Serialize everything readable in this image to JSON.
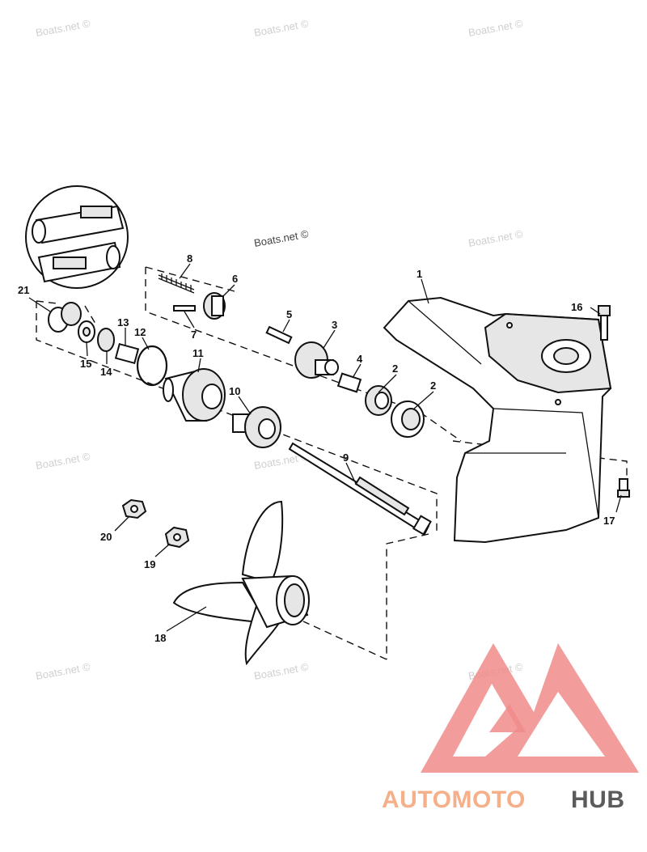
{
  "watermark_text": "Boats.net ©",
  "callouts": [
    "1",
    "2",
    "2",
    "3",
    "4",
    "5",
    "6",
    "7",
    "8",
    "9",
    "10",
    "11",
    "12",
    "13",
    "14",
    "15",
    "16",
    "17",
    "18",
    "19",
    "20",
    "21"
  ],
  "brand": {
    "part1": "AUTOMOTO",
    "part2": "HUB",
    "color_primary": "#f5b08a",
    "color_dark": "#5b5b5b",
    "triangle_color": "#f08b8b"
  }
}
